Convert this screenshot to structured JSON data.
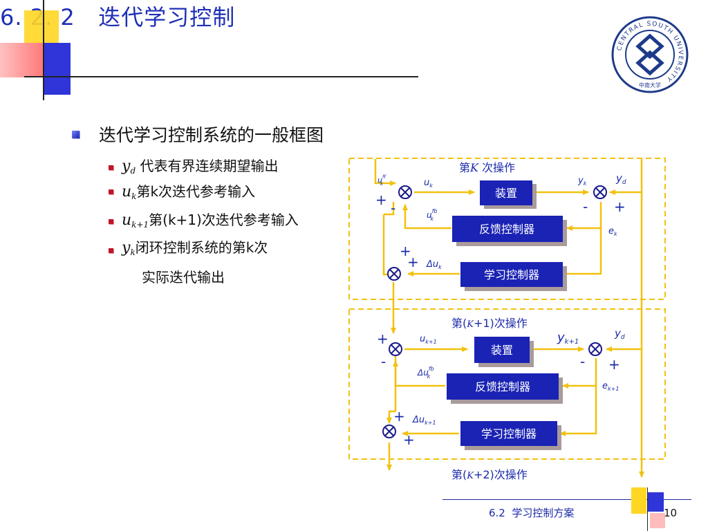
{
  "title": {
    "number": "6. 2. 2",
    "text": "迭代学习控制"
  },
  "heading": "迭代学习控制系统的一般框图",
  "bullets": [
    {
      "symbol": "y",
      "sub": "d",
      "text": "代表有界连续期望输出"
    },
    {
      "symbol": "u",
      "sub": "k",
      "text": "第k次迭代参考输入"
    },
    {
      "symbol": "u",
      "sub": "k+1",
      "text": "第(k+1)次迭代参考输入"
    },
    {
      "symbol": "y",
      "sub": "k",
      "text": "闭环控制系统的第k次"
    }
  ],
  "bullet4_cont": "实际迭代输出",
  "diagram": {
    "stage1": {
      "label_prefix": "第",
      "label_var": "K",
      "label_suffix": " 次操作",
      "plant": "装置",
      "feedback": "反馈控制器",
      "learning": "学习控制器",
      "u_ff": "u",
      "u_ff_sup": "ff",
      "u_ff_sub": "k",
      "u": "u",
      "u_sub": "k",
      "u_fb": "u",
      "u_fb_sup": "fb",
      "u_fb_sub": "k",
      "y": "y",
      "y_sub": "k",
      "yd": "y",
      "yd_sub": "d",
      "e": "e",
      "e_sub": "k",
      "du": "Δu",
      "du_sub": "k"
    },
    "stage2": {
      "label": "第(",
      "label_var": "K",
      "label_suffix": "+1)次操作",
      "plant": "装置",
      "feedback": "反馈控制器",
      "learning": "学习控制器",
      "u": "u",
      "u_sub": "k+1",
      "y": "y",
      "y_sub": "k+1",
      "yd": "y",
      "yd_sub": "d",
      "du_fb": "Δu",
      "du_fb_sup": "fb",
      "du_fb_sub": "k",
      "e": "e",
      "e_sub": "k+1",
      "du": "Δu",
      "du_sub": "k+1"
    },
    "stage3": {
      "label": "第(",
      "label_var": "K",
      "label_suffix": "+2)次操作"
    },
    "plus": "+",
    "minus": "-"
  },
  "logo": {
    "ring_text": "CENTRAL SOUTH UNIVERSITY",
    "bottom_text": "中南大学"
  },
  "footer": {
    "section": "6.2  学习控制方案",
    "page": "10"
  },
  "colors": {
    "title": "#1e2fb6",
    "line": "#f2c10f",
    "box": "#1a23b4",
    "box_shadow": "#a99b9b",
    "dashed": "#f2c10f",
    "deco_yellow": "#ffd31f",
    "deco_blue": "#2b2bd6",
    "deco_red": "#ff8a8a"
  }
}
